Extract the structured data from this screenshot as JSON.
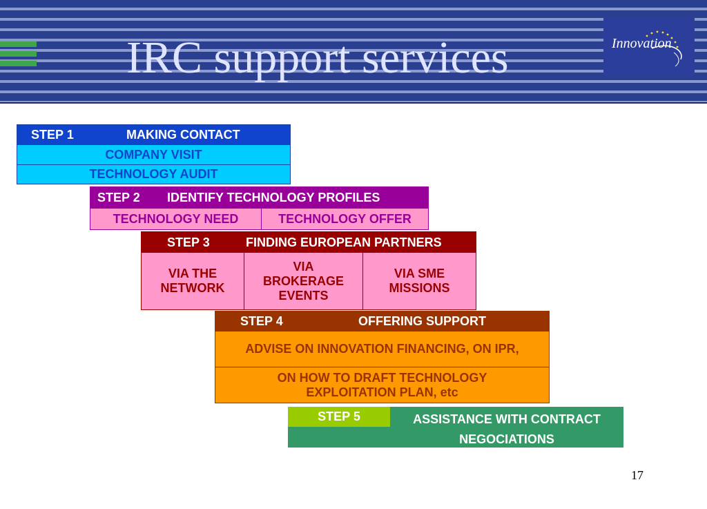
{
  "slide": {
    "title": "IRC support services",
    "logo_text": "Innovation",
    "page_number": "17"
  },
  "steps": {
    "step1": {
      "label": "STEP 1",
      "title": "MAKING CONTACT",
      "rows": [
        "COMPANY VISIT",
        "TECHNOLOGY AUDIT"
      ]
    },
    "step2": {
      "label": "STEP 2",
      "title": "IDENTIFY TECHNOLOGY PROFILES",
      "cols": [
        "TECHNOLOGY NEED",
        "TECHNOLOGY OFFER"
      ]
    },
    "step3": {
      "label": "STEP 3",
      "title": "FINDING EUROPEAN PARTNERS",
      "cols": [
        "VIA THE NETWORK",
        "VIA BROKERAGE EVENTS",
        "VIA SME MISSIONS"
      ]
    },
    "step4": {
      "label": "STEP 4",
      "title": "OFFERING SUPPORT",
      "rows": [
        "ADVISE ON INNOVATION FINANCING, ON IPR,",
        "ON HOW TO DRAFT TECHNOLOGY EXPLOITATION PLAN, etc"
      ]
    },
    "step5": {
      "label": "STEP 5",
      "title": "ASSISTANCE WITH CONTRACT NEGOCIATIONS"
    }
  },
  "colors": {
    "banner_blue": "#2a3f8f",
    "step1": "#00ccff",
    "step2": "#ff99cc",
    "step3": "#990000",
    "step4": "#ff9900",
    "step5": "#339966",
    "step5_label": "#99cc00"
  }
}
